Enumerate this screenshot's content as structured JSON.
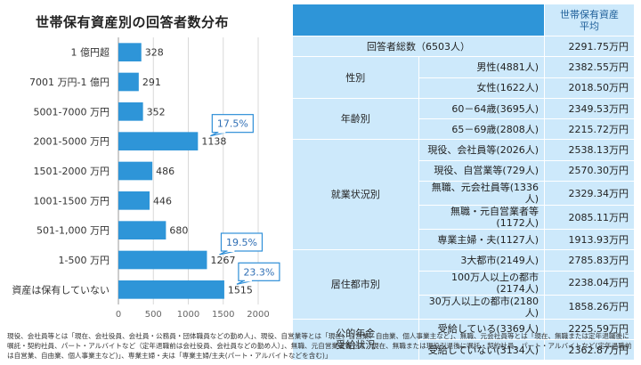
{
  "chart_data": {
    "type": "bar",
    "orientation": "horizontal",
    "title": "世帯保有資産別の回答者数分布",
    "categories": [
      "1 億円超",
      "7001 万円-1 億円",
      "5001-7000 万円",
      "2001-5000 万円",
      "1501-2000 万円",
      "1001-1500 万円",
      "501-1,000 万円",
      "1-500 万円",
      "資産は保有していない"
    ],
    "values": [
      328,
      291,
      352,
      1138,
      486,
      446,
      680,
      1267,
      1515
    ],
    "xlim": [
      0,
      2000
    ],
    "xticks": [
      "0",
      "500",
      "1000",
      "1500",
      "2000"
    ],
    "grid": true,
    "bar_color": "#2e95d8",
    "annotations": [
      {
        "category": "2001-5000 万円",
        "text": "17.5%"
      },
      {
        "category": "1-500 万円",
        "text": "19.5%"
      },
      {
        "category": "資産は保有していない",
        "text": "23.3%"
      }
    ]
  },
  "table": {
    "header": "世帯保有資産\n平均",
    "total_label": "回答者総数（6503人）",
    "total_value": "2291.75万円",
    "groups": [
      {
        "label": "性別",
        "rows": [
          {
            "label": "男性(4881人)",
            "value": "2382.55万円"
          },
          {
            "label": "女性(1622人)",
            "value": "2018.50万円"
          }
        ]
      },
      {
        "label": "年齢別",
        "rows": [
          {
            "label": "60－64歳(3695人)",
            "value": "2349.53万円"
          },
          {
            "label": "65－69歳(2808人)",
            "value": "2215.72万円"
          }
        ]
      },
      {
        "label": "就業状況別",
        "rows": [
          {
            "label": "現役、会社員等(2026人)",
            "value": "2538.13万円"
          },
          {
            "label": "現役、自営業等(729人)",
            "value": "2570.30万円"
          },
          {
            "label": "無職、元会社員等(1336人)",
            "value": "2329.34万円"
          },
          {
            "label": "無職・元自営業者等(1172人)",
            "value": "2085.11万円"
          },
          {
            "label": "専業主婦・夫(1127人)",
            "value": "1913.93万円"
          }
        ]
      },
      {
        "label": "居住都市別",
        "rows": [
          {
            "label": "3大都市(2149人)",
            "value": "2785.83万円"
          },
          {
            "label": "100万人以上の都市(2174人)",
            "value": "2238.04万円"
          },
          {
            "label": "30万人以上の都市(2180人)",
            "value": "1858.26万円"
          }
        ]
      },
      {
        "label": "公的年金\n受給状況",
        "rows": [
          {
            "label": "受給している(3369人)",
            "value": "2225.59万円"
          },
          {
            "label": "受給していない(3134人)",
            "value": "2362.87万円"
          }
        ]
      }
    ]
  },
  "footnote": "現役、会社員等とは「現在、会社役員、会社員・公務員・団体職員などの勤め人」、現役、自営業等とは「現在、自営業、自由業、個人事業主など」、無職、元会社員等とは「現在、無職または定年退職後に嘱託・契約社員、パート・アルバイトなど（定年退職前は会社役員、会社員などの勤め人）」、無職、元自営業者等とは「現在、無職または現役引退後に嘱託・契約社員、パート・アルバイトなど(定年退職前は自営業、自由業、個人事業主など)」、専業主婦・夫は「専業主婦/主夫(パート・アルバイトなどを含む)」"
}
